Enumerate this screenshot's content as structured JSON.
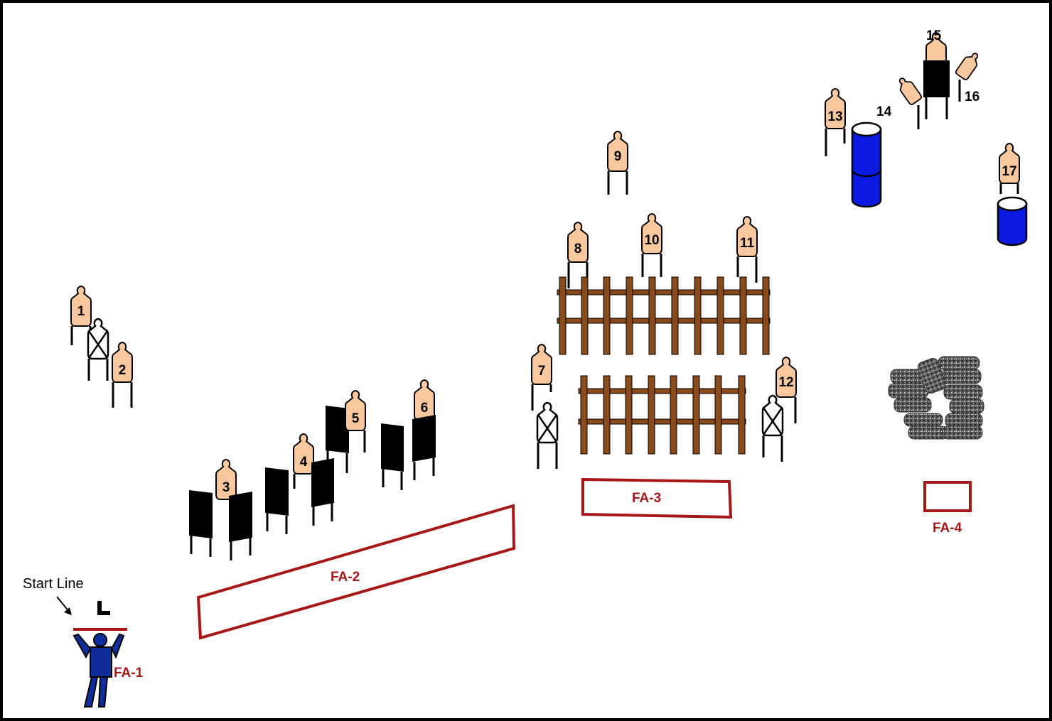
{
  "stage": {
    "start_line_label": "Start Line",
    "fault_areas": {
      "fa1": "FA-1",
      "fa2": "FA-2",
      "fa3": "FA-3",
      "fa4": "FA-4"
    },
    "targets": {
      "t1": "1",
      "t2": "2",
      "t3": "3",
      "t4": "4",
      "t5": "5",
      "t6": "6",
      "t7": "7",
      "t8": "8",
      "t9": "9",
      "t10": "10",
      "t11": "11",
      "t12": "12",
      "t13": "13",
      "t14": "14",
      "t15": "15",
      "t16": "16",
      "t17": "17"
    }
  },
  "colors": {
    "target_fill": "#f7c79d",
    "fault_line": "#a81717",
    "barrel": "#0a1ae0",
    "fence": "#8a4a1c",
    "shooter": "#0f2e9c",
    "hard_cover": "#000000"
  }
}
